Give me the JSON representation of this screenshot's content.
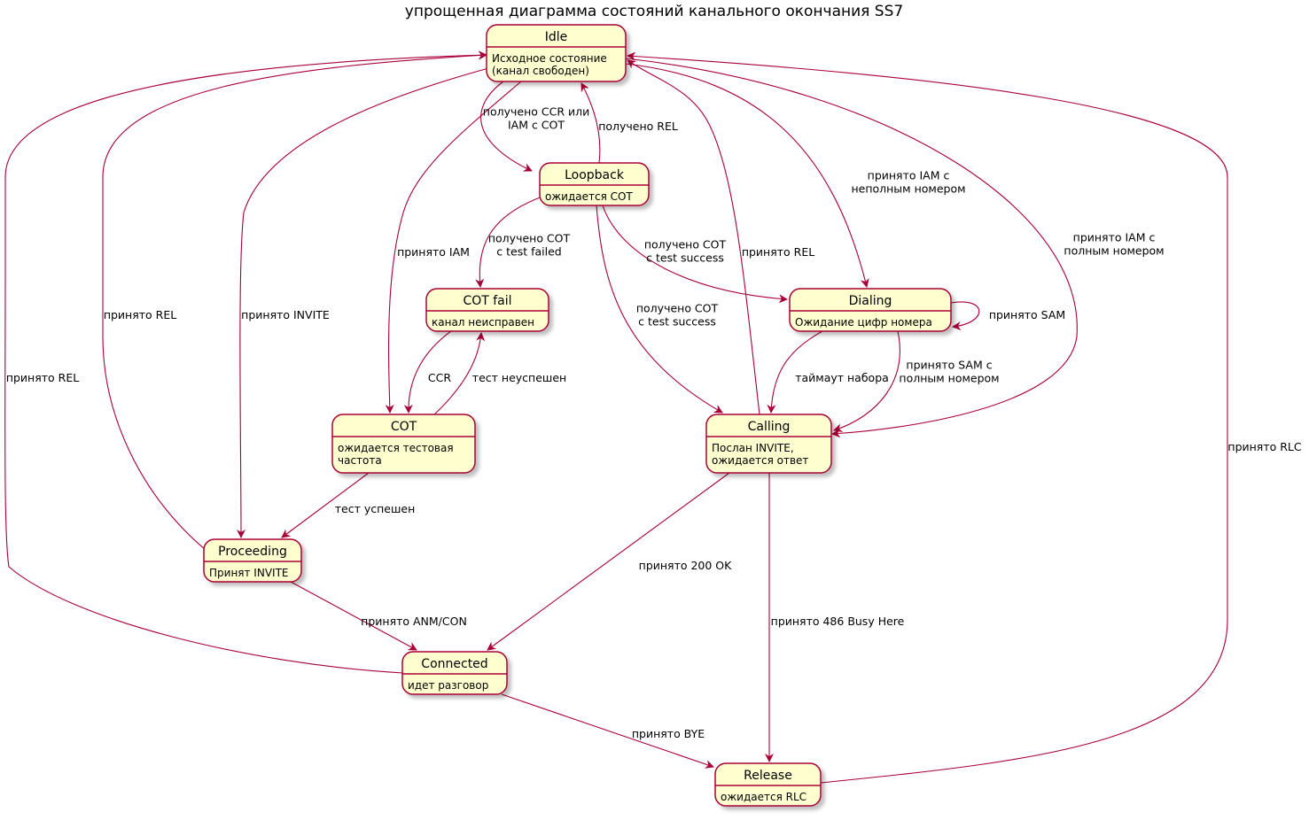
{
  "title": "упрощенная диаграмма состояний канального окончания SS7",
  "colors": {
    "border": "#A80036",
    "fill": "#FEFECE",
    "shadow": "#c8c8c8"
  },
  "states": {
    "idle": {
      "name": "Idle",
      "desc": [
        "Исходное состояние",
        "(канал свободен)"
      ]
    },
    "loopback": {
      "name": "Loopback",
      "desc": [
        "ожидается COT"
      ]
    },
    "cot_fail": {
      "name": "COT fail",
      "desc": [
        "канал неисправен"
      ]
    },
    "cot": {
      "name": "COT",
      "desc": [
        "ожидается тестовая",
        "частота"
      ]
    },
    "dialing": {
      "name": "Dialing",
      "desc": [
        "Ожидание цифр номера"
      ]
    },
    "calling": {
      "name": "Calling",
      "desc": [
        "Послан INVITE,",
        "ожидается ответ"
      ]
    },
    "proceeding": {
      "name": "Proceeding",
      "desc": [
        "Принят INVITE"
      ]
    },
    "connected": {
      "name": "Connected",
      "desc": [
        "идет разговор"
      ]
    },
    "release": {
      "name": "Release",
      "desc": [
        "ожидается RLC"
      ]
    }
  },
  "transitions": [
    {
      "id": "idle-loopback",
      "from": "Idle",
      "to": "Loopback",
      "label": [
        "получено CCR или",
        "IAM с COT"
      ]
    },
    {
      "id": "loopback-idle",
      "from": "Loopback",
      "to": "Idle",
      "label": [
        "получено REL"
      ]
    },
    {
      "id": "idle-dialing",
      "from": "Idle",
      "to": "Dialing",
      "label": [
        "принято IAM с",
        "неполным номером"
      ]
    },
    {
      "id": "idle-calling",
      "from": "Idle",
      "to": "Calling",
      "label": [
        "принято IAM с",
        "полным номером"
      ]
    },
    {
      "id": "idle-cot",
      "from": "Idle",
      "to": "COT",
      "label": [
        "принято IAM"
      ]
    },
    {
      "id": "idle-proceeding",
      "from": "Idle",
      "to": "Proceeding",
      "label": [
        "принято INVITE"
      ]
    },
    {
      "id": "proceeding-idle",
      "from": "Proceeding",
      "to": "Idle",
      "label": [
        "принято REL"
      ]
    },
    {
      "id": "connected-idle",
      "from": "Connected",
      "to": "Idle",
      "label": [
        "принято REL"
      ]
    },
    {
      "id": "calling-idle",
      "from": "Calling",
      "to": "Idle",
      "label": [
        "принято REL"
      ]
    },
    {
      "id": "release-idle",
      "from": "Release",
      "to": "Idle",
      "label": [
        "принято RLC"
      ]
    },
    {
      "id": "loopback-cotfail",
      "from": "Loopback",
      "to": "COT fail",
      "label": [
        "получено COT",
        "с test failed"
      ]
    },
    {
      "id": "loopback-dialing",
      "from": "Loopback",
      "to": "Dialing",
      "label": [
        "получено COT",
        "с test success"
      ]
    },
    {
      "id": "loopback-calling",
      "from": "Loopback",
      "to": "Calling",
      "label": [
        "получено COT",
        "с test success"
      ]
    },
    {
      "id": "dialing-self",
      "from": "Dialing",
      "to": "Dialing",
      "label": [
        "принято SAM"
      ]
    },
    {
      "id": "dialing-calling-timeout",
      "from": "Dialing",
      "to": "Calling",
      "label": [
        "таймаут набора"
      ]
    },
    {
      "id": "dialing-calling-sam",
      "from": "Dialing",
      "to": "Calling",
      "label": [
        "принято SAM с",
        "полным номером"
      ]
    },
    {
      "id": "cotfail-cot",
      "from": "COT fail",
      "to": "COT",
      "label": [
        "CCR"
      ]
    },
    {
      "id": "cot-cotfail",
      "from": "COT",
      "to": "COT fail",
      "label": [
        "тест неуспешен"
      ]
    },
    {
      "id": "cot-proceeding",
      "from": "COT",
      "to": "Proceeding",
      "label": [
        "тест успешен"
      ]
    },
    {
      "id": "proceeding-connected",
      "from": "Proceeding",
      "to": "Connected",
      "label": [
        "принято ANM/CON"
      ]
    },
    {
      "id": "calling-connected",
      "from": "Calling",
      "to": "Connected",
      "label": [
        "принято 200 OK"
      ]
    },
    {
      "id": "calling-release",
      "from": "Calling",
      "to": "Release",
      "label": [
        "принято 486 Busy Here"
      ]
    },
    {
      "id": "connected-release",
      "from": "Connected",
      "to": "Release",
      "label": [
        "принято BYE"
      ]
    }
  ]
}
